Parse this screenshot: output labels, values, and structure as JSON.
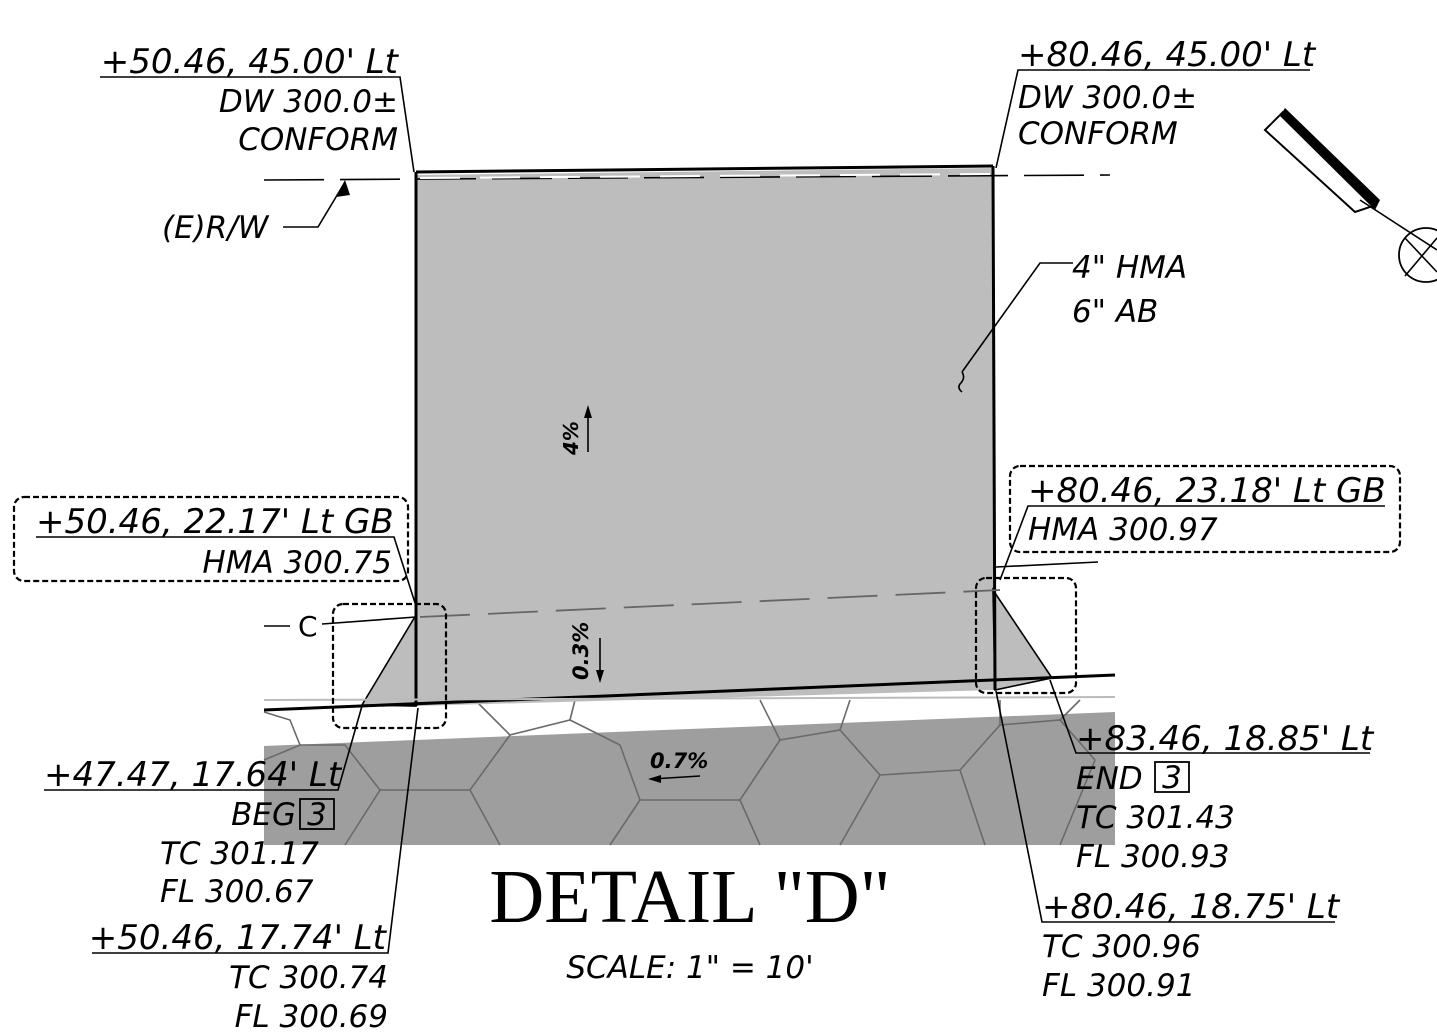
{
  "title": "DETAIL \"D\"",
  "scale": "SCALE:  1\"  =  10'",
  "labels": {
    "top_left": {
      "station": "+50.46,  45.00' Lt",
      "line2": "DW  300.0±",
      "line3": "CONFORM"
    },
    "top_right": {
      "station": "+80.46,  45.00' Lt",
      "line2": "DW  300.0±",
      "line3": "CONFORM"
    },
    "row": "(E)R/W",
    "section_line1": "4\"  HMA",
    "section_line2": "6\"  AB",
    "slope_main": "4%",
    "slope_gutter": "0.3%",
    "slope_road": "0.7%",
    "gb_left": {
      "station": "+50.46,  22.17' Lt  GB",
      "elev": "HMA  300.75"
    },
    "gb_right": {
      "station": "+80.46,  23.18' Lt  GB",
      "elev": "HMA  300.97"
    },
    "centerline": "C",
    "beg": {
      "station": "+47.47,  17.64' Lt",
      "line2": "BEG",
      "tag": "3",
      "tc": "TC  301.17",
      "fl": "FL  300.67"
    },
    "left_lower": {
      "station": "+50.46,  17.74' Lt",
      "tc": "TC  300.74",
      "fl": "FL  300.69"
    },
    "end": {
      "station": "+83.46,  18.85' Lt",
      "line2": "END",
      "tag": "3",
      "tc": "TC  301.43",
      "fl": "FL  300.93"
    },
    "right_lower": {
      "station": "+80.46,  18.75' Lt",
      "tc": "TC  300.96",
      "fl": "FL  300.91"
    }
  },
  "colors": {
    "pavement": "#bdbdbd",
    "roadway": "#9e9e9e",
    "hatch": "#6a6a6a"
  },
  "icons": {
    "north_arrow": "north-arrow-icon",
    "symbol": "circle-x-icon"
  }
}
